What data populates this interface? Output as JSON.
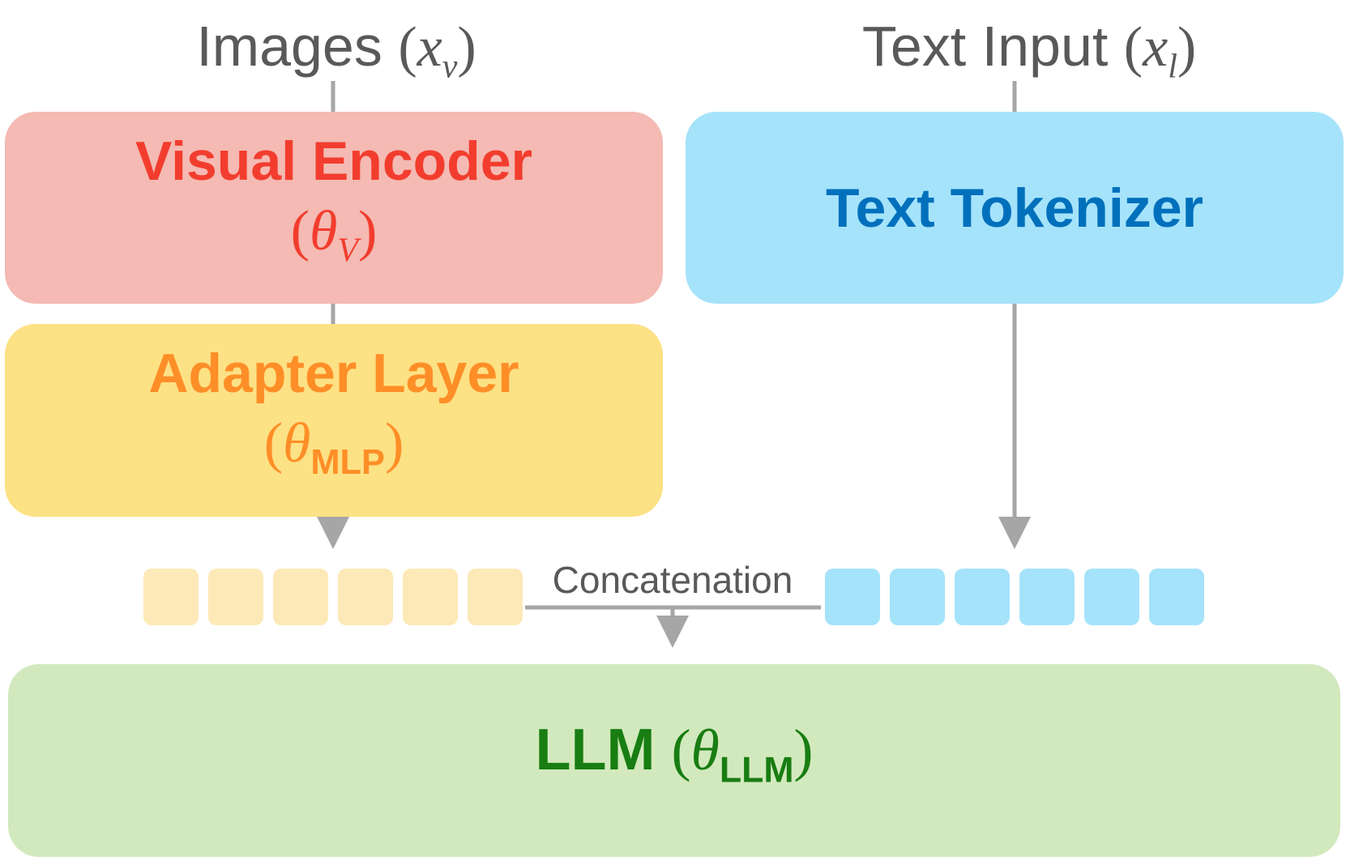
{
  "inputs": {
    "images": {
      "label": "Images",
      "var": "x",
      "sub": "v"
    },
    "text": {
      "label": "Text Input",
      "var": "x",
      "sub": "l"
    }
  },
  "visual_encoder": {
    "title": "Visual Encoder",
    "param_symbol": "θ",
    "param_sub": "V"
  },
  "text_tokenizer": {
    "title": "Text Tokenizer"
  },
  "adapter_layer": {
    "title": "Adapter Layer",
    "param_symbol": "θ",
    "param_sub": "MLP"
  },
  "concatenation": {
    "label": "Concatenation"
  },
  "llm": {
    "title": "LLM",
    "param_symbol": "θ",
    "param_sub": "LLM"
  },
  "tokens": {
    "visual_count": 6,
    "text_count": 6
  },
  "colors": {
    "visual_encoder_fill": "#f4bab3",
    "visual_encoder_text": "#f23d2e",
    "text_tokenizer_fill": "#a5e3fb",
    "text_tokenizer_text": "#0070bc",
    "adapter_fill": "#fde185",
    "adapter_text": "#fe8e27",
    "llm_fill": "#d2e9bd",
    "llm_text": "#187d12",
    "visual_token": "#fde9b7",
    "text_token": "#a5e3fb",
    "arrow": "#a6a6a6",
    "label": "#595959"
  }
}
